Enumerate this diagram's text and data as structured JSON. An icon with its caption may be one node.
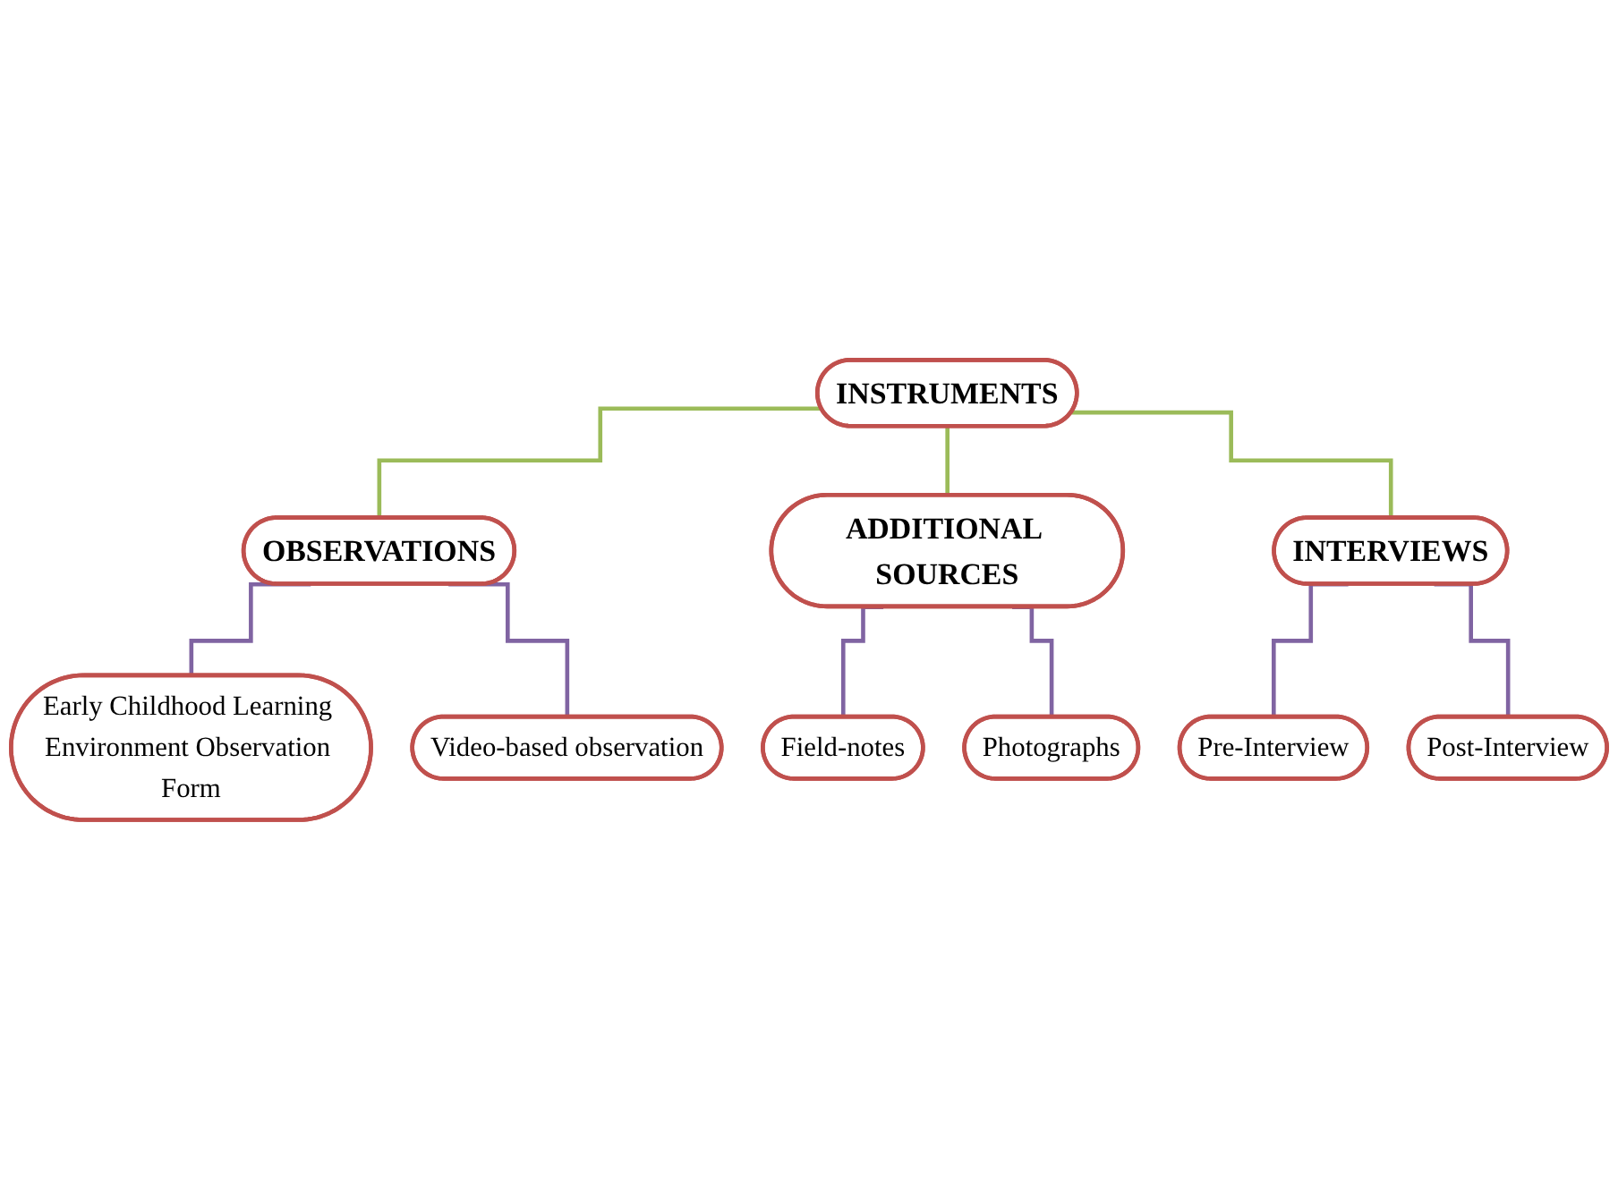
{
  "diagram": {
    "nodes": [
      {
        "text": [
          "INSTRUMENTS"
        ]
      },
      {
        "text": [
          "OBSERVATIONS"
        ]
      },
      {
        "text": [
          "ADDITIONAL SOURCES"
        ]
      },
      {
        "text": [
          "INTERVIEWS"
        ]
      },
      {
        "text": [
          "Early Childhood Learning Environment Observation Form"
        ]
      },
      {
        "text": [
          "Video-based observation"
        ]
      },
      {
        "text": [
          "Field-notes"
        ]
      },
      {
        "text": [
          "Photographs"
        ]
      },
      {
        "text": [
          "Pre-Interview"
        ]
      },
      {
        "text": [
          "Post-Interview"
        ]
      }
    ],
    "edges": [
      {
        "from": 0,
        "to": 1,
        "arrow": "none",
        "color": "#9bbb59"
      },
      {
        "from": 0,
        "to": 2,
        "arrow": "none",
        "color": "#9bbb59"
      },
      {
        "from": 0,
        "to": 3,
        "arrow": "none",
        "color": "#9bbb59"
      },
      {
        "from": 1,
        "to": 4,
        "arrow": "none"
      },
      {
        "from": 1,
        "to": 5,
        "arrow": "none"
      },
      {
        "from": 2,
        "to": 6,
        "arrow": "none"
      },
      {
        "from": 2,
        "to": 7,
        "arrow": "none"
      },
      {
        "from": 3,
        "to": 8,
        "arrow": "none"
      },
      {
        "from": 3,
        "to": 9,
        "arrow": "none"
      }
    ]
  }
}
